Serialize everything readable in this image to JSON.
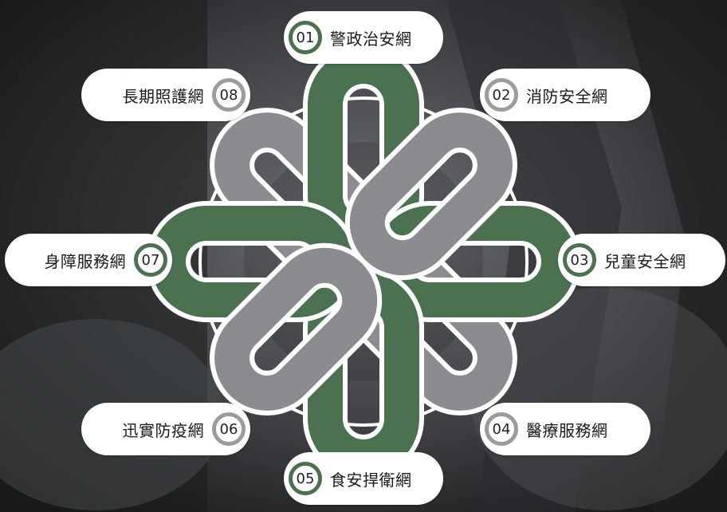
{
  "colors": {
    "green": "#4b7150",
    "gray": "#8a8c90",
    "white": "#ffffff"
  },
  "nodes": [
    {
      "num": "01",
      "label": "警政治安網",
      "ring": "green"
    },
    {
      "num": "02",
      "label": "消防安全網",
      "ring": "gray"
    },
    {
      "num": "03",
      "label": "兒童安全網",
      "ring": "green"
    },
    {
      "num": "04",
      "label": "醫療服務網",
      "ring": "gray"
    },
    {
      "num": "05",
      "label": "食安捍衛網",
      "ring": "green"
    },
    {
      "num": "06",
      "label": "迅實防疫網",
      "ring": "gray"
    },
    {
      "num": "07",
      "label": "身障服務網",
      "ring": "green"
    },
    {
      "num": "08",
      "label": "長期照護網",
      "ring": "gray"
    }
  ]
}
